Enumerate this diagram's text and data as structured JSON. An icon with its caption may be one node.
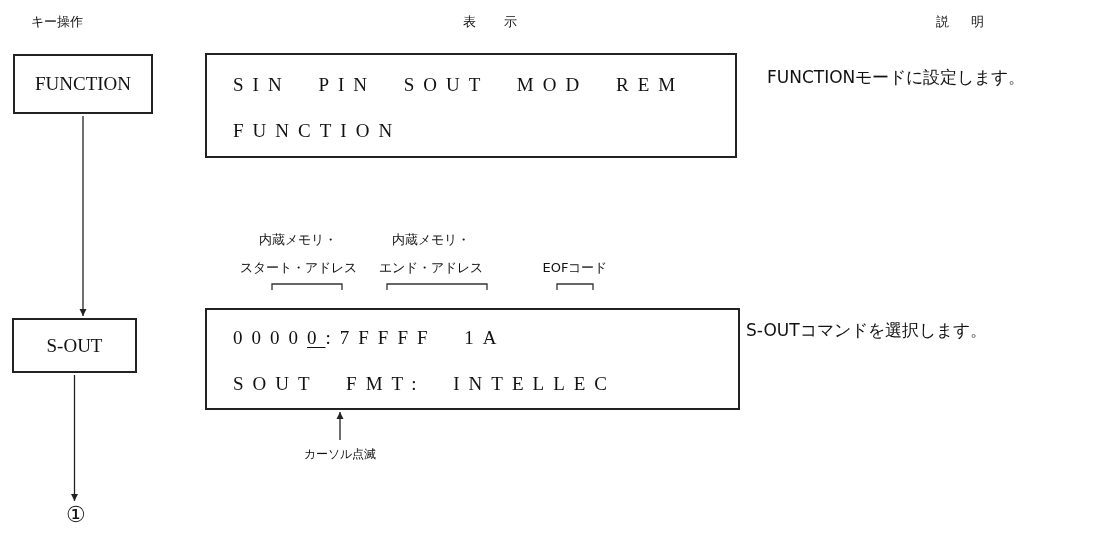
{
  "diagram": {
    "nodes": [
      {
        "text": [
          "FUNCTION"
        ]
      },
      {
        "text": [
          "SIN PIN SOUT MOD REM",
          "FUNCTION"
        ]
      },
      {
        "text": [
          "S-OUT"
        ]
      },
      {
        "text": [
          "00000:7FFFF 1A",
          "SOUT FMT: INTELLEC"
        ]
      },
      {
        "text": [
          "①"
        ]
      },
      {
        "text": [
          "カーソル点滅"
        ]
      }
    ],
    "edges": [
      {
        "from": 0,
        "to": 2,
        "arrow": "to"
      },
      {
        "from": 2,
        "to": 4,
        "arrow": "to"
      },
      {
        "from": 5,
        "to": 3,
        "arrow": "to"
      }
    ],
    "labels": [
      "キー操作",
      "表示",
      "説明",
      "FUNCTIONモードに設定します。",
      "内蔵メモリ・スタート・アドレス",
      "内蔵メモリ・エンド・アドレス",
      "EOFコード",
      "S-OUTコマンドを選択します。"
    ]
  }
}
